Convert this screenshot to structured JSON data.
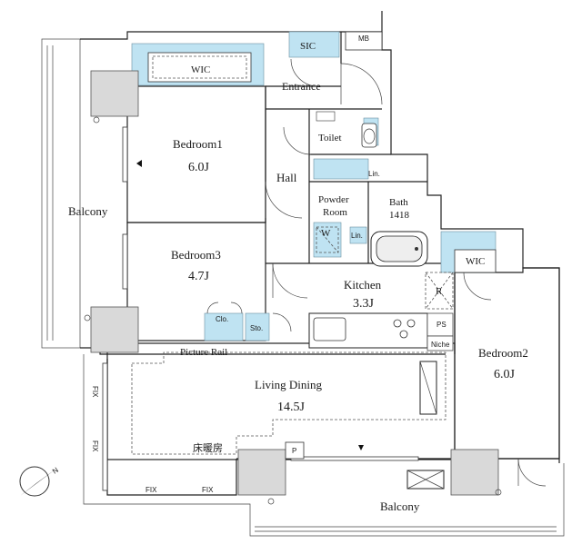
{
  "rooms": {
    "sic": "SIC",
    "mb": "MB",
    "wic_top": "WIC",
    "entrance": "Entrance",
    "bedroom1": "Bedroom1",
    "bedroom1_size": "6.0J",
    "toilet": "Toilet",
    "hall": "Hall",
    "powder_room": "Powder\nRoom",
    "powder_l1": "Powder",
    "powder_l2": "Room",
    "bath": "Bath",
    "bath_size": "1418",
    "w": "W",
    "lin": "Lin.",
    "balcony_left": "Balcony",
    "bedroom3": "Bedroom3",
    "bedroom3_size": "4.7J",
    "wic_right": "WIC",
    "r": "R",
    "kitchen": "Kitchen",
    "kitchen_size": "3.3J",
    "clo": "Clo.",
    "sto": "Sto.",
    "ps": "PS",
    "niche": "Niche",
    "picture_rail": "Picture Rail",
    "bedroom2": "Bedroom2",
    "bedroom2_size": "6.0J",
    "living_dining": "Living Dining",
    "living_dining_size": "14.5J",
    "floor_heating": "床暖房",
    "p": "P",
    "balcony_bottom": "Balcony",
    "fix": "FIX"
  },
  "compass": {
    "label": "N"
  }
}
